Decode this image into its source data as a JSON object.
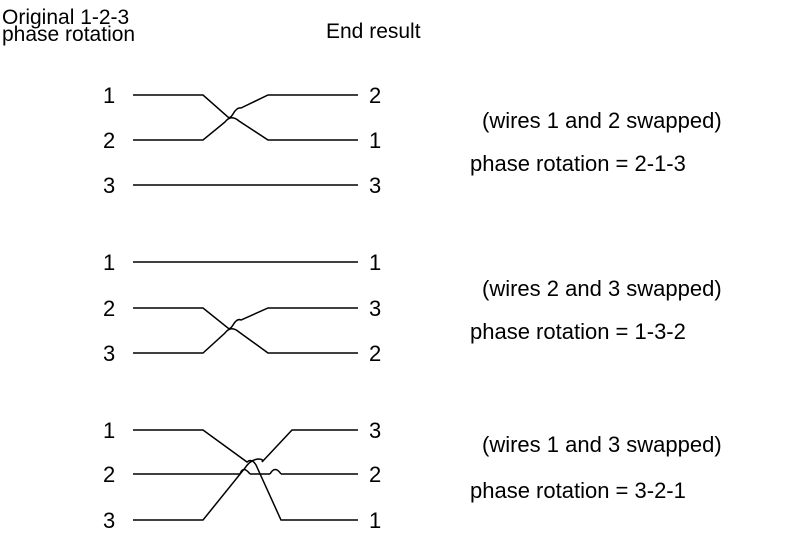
{
  "header": {
    "original_line1": "Original 1-2-3",
    "original_line2": "phase rotation",
    "end_result": "End result"
  },
  "diagrams": [
    {
      "left_labels": [
        "1",
        "2",
        "3"
      ],
      "right_labels": [
        "2",
        "1",
        "3"
      ],
      "note": "(wires 1 and 2 swapped)",
      "rotation": "phase rotation = 2-1-3"
    },
    {
      "left_labels": [
        "1",
        "2",
        "3"
      ],
      "right_labels": [
        "1",
        "3",
        "2"
      ],
      "note": "(wires 2 and 3 swapped)",
      "rotation": "phase rotation = 1-3-2"
    },
    {
      "left_labels": [
        "1",
        "2",
        "3"
      ],
      "right_labels": [
        "3",
        "2",
        "1"
      ],
      "note": "(wires 1 and 3 swapped)",
      "rotation": "phase rotation = 3-2-1"
    }
  ]
}
